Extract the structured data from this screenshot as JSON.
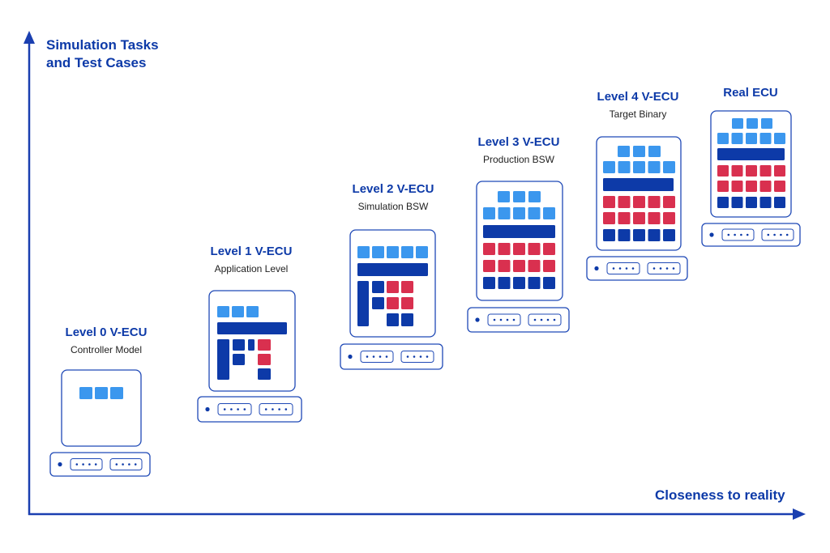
{
  "axes": {
    "y_label_line1": "Simulation Tasks",
    "y_label_line2": "and Test Cases",
    "x_label": "Closeness to reality"
  },
  "colors": {
    "axis": "#1a3fb0",
    "light_blue": "#3b97ee",
    "dark_blue": "#0d3aa8",
    "red": "#d9304f",
    "outline": "#1f49b6"
  },
  "levels": [
    {
      "title": "Level 0 V-ECU",
      "subtitle": "Controller Model"
    },
    {
      "title": "Level 1 V-ECU",
      "subtitle": "Application Level"
    },
    {
      "title": "Level 2 V-ECU",
      "subtitle": "Simulation BSW"
    },
    {
      "title": "Level 3 V-ECU",
      "subtitle": "Production BSW"
    },
    {
      "title": "Level 4 V-ECU",
      "subtitle": "Target Binary"
    },
    {
      "title": "Real ECU",
      "subtitle": ""
    }
  ]
}
